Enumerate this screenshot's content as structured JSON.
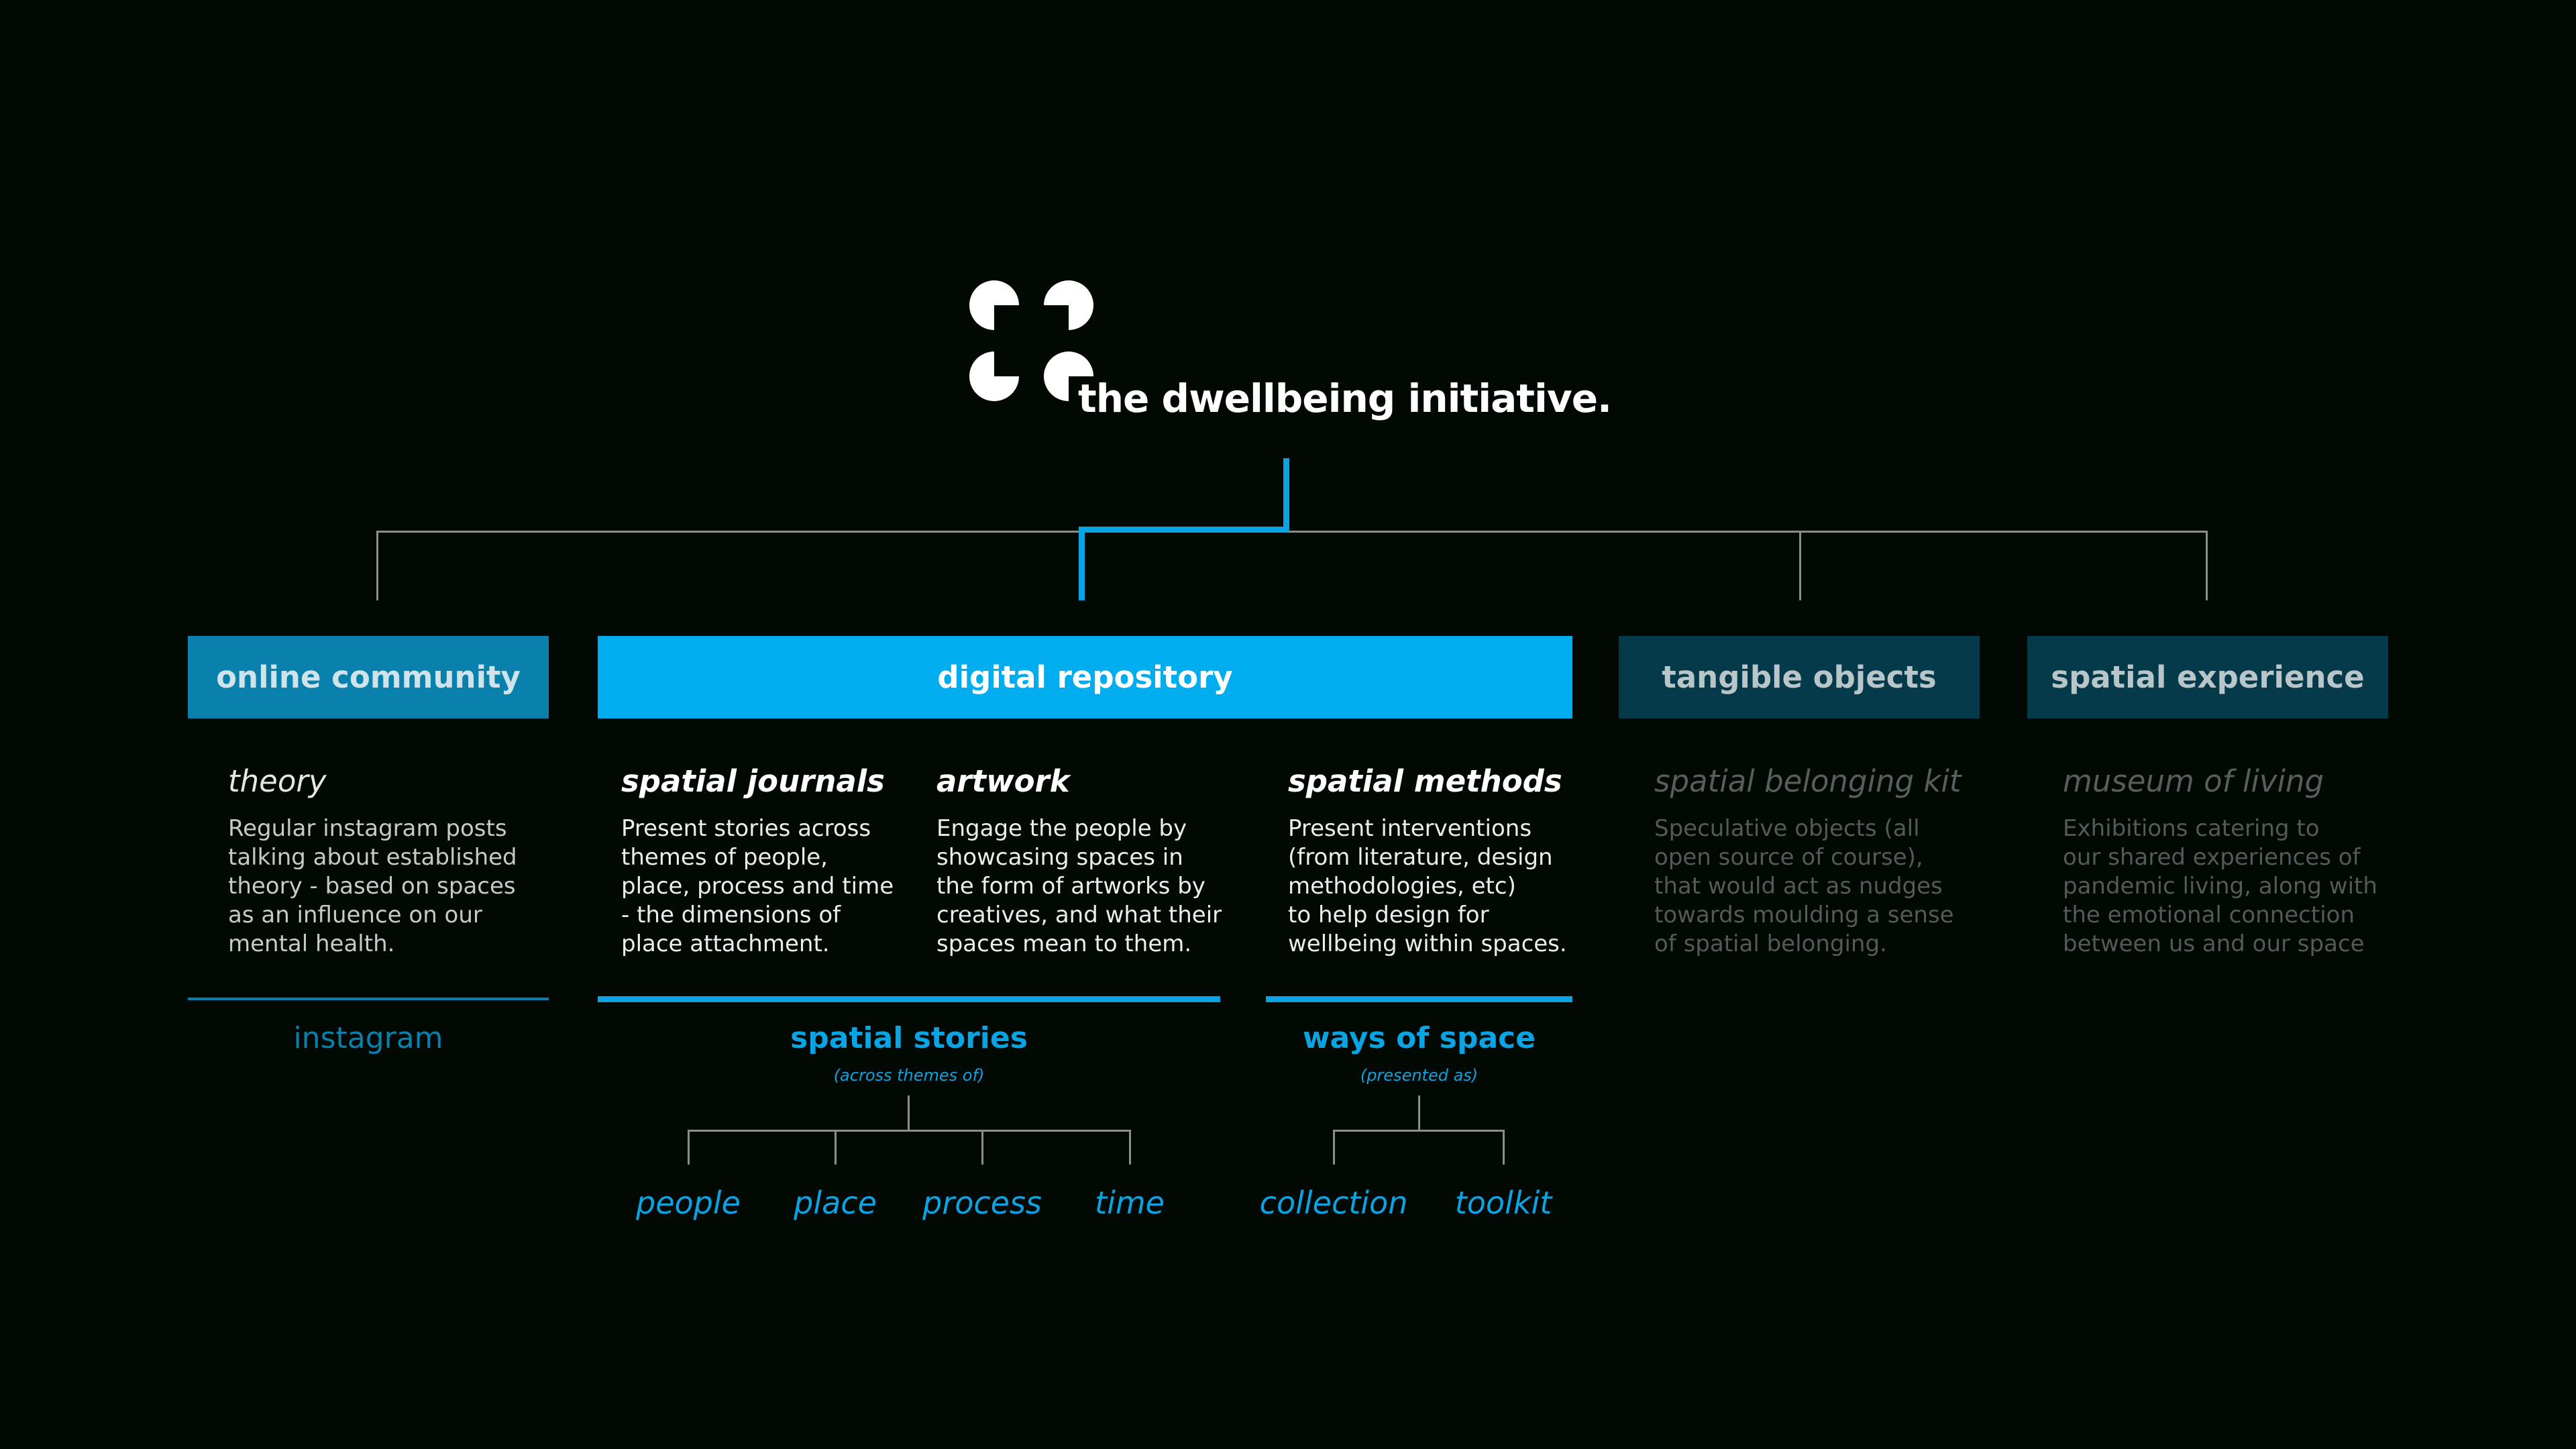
{
  "header": {
    "title": "the dwellbeing initiative."
  },
  "colors": {
    "background": "#020802",
    "accent_blue": "#0aa3e3",
    "online_community_box": "#0a81ad",
    "digital_repository_box": "#00aeef",
    "tangible_objects_box": "#053a4a",
    "spatial_experience_box": "#053a4a",
    "muted_text": "#55595a"
  },
  "categories": {
    "online_community": {
      "label": "online community",
      "item_title": "theory",
      "item_desc": "Regular instagram posts\ntalking about established\ntheory - based on spaces\nas an influence on our\nmental health.",
      "footer": "instagram"
    },
    "digital_repository": {
      "label": "digital repository",
      "items": [
        {
          "title": "spatial journals",
          "desc": "Present stories across\nthemes of people,\nplace, process and time\n- the dimensions of\nplace attachment."
        },
        {
          "title": "artwork",
          "desc": "Engage the people by\nshowcasing spaces in\nthe form of artworks by\ncreatives, and what their\nspaces mean to them."
        },
        {
          "title": "spatial methods",
          "desc": "Present interventions\n(from literature, design\nmethodologies, etc)\nto help design for\nwellbeing within spaces."
        }
      ],
      "spatial_stories": {
        "label": "spatial stories",
        "note": "(across themes of)",
        "leaves": [
          "people",
          "place",
          "process",
          "time"
        ]
      },
      "ways_of_space": {
        "label": "ways of space",
        "note": "(presented as)",
        "leaves": [
          "collection",
          "toolkit"
        ]
      }
    },
    "tangible_objects": {
      "label": "tangible objects",
      "item_title": "spatial belonging kit",
      "item_desc": "Speculative objects (all\nopen source of course),\nthat would act as nudges\ntowards moulding a sense\nof spatial belonging."
    },
    "spatial_experience": {
      "label": "spatial experience",
      "item_title": "museum of living",
      "item_desc": "Exhibitions catering to\nour shared experiences of\npandemic living, along with\nthe emotional connection\nbetween us and our space"
    }
  }
}
